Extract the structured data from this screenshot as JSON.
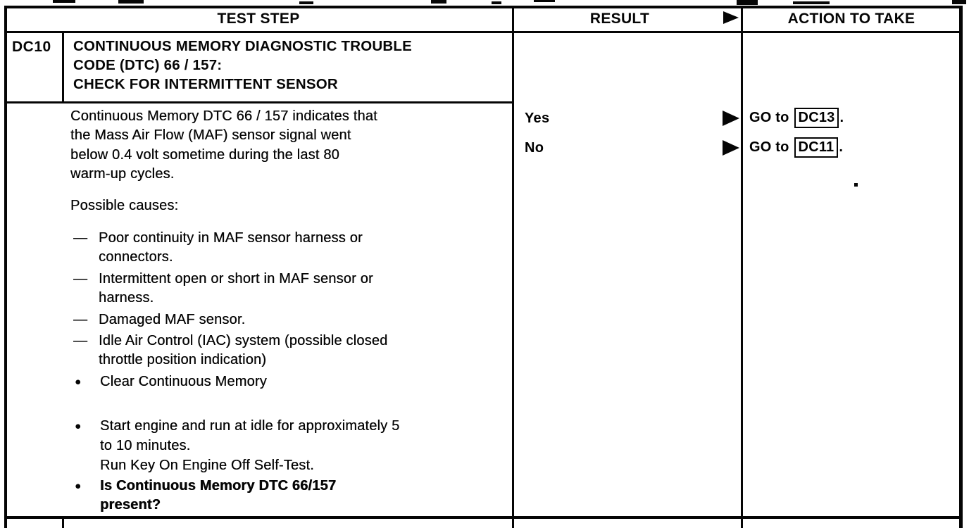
{
  "document": {
    "paper_color": "#ffffff",
    "ink_color": "#000000",
    "headers": {
      "test_step": "TEST STEP",
      "result": "RESULT",
      "action_to_take": "ACTION TO TAKE"
    },
    "step": {
      "id": "DC10",
      "title_lines": [
        "CONTINUOUS MEMORY DIAGNOSTIC TROUBLE",
        "CODE (DTC) 66 / 157:",
        "CHECK FOR INTERMITTENT SENSOR"
      ],
      "description_lines": [
        "Continuous Memory DTC 66 / 157 indicates that",
        "the Mass Air Flow (MAF) sensor signal went",
        "below 0.4 volt sometime during the last 80",
        "warm-up cycles."
      ],
      "possible_causes_label": "Possible causes:",
      "cause_marker": "—",
      "bullet_marker": "●",
      "causes": [
        {
          "lines": [
            "Poor continuity in MAF sensor harness or",
            "connectors."
          ]
        },
        {
          "lines": [
            "Intermittent open or short in MAF sensor or",
            "harness."
          ]
        },
        {
          "lines": [
            "Damaged MAF sensor."
          ]
        },
        {
          "lines": [
            "Idle Air Control (IAC) system (possible closed",
            "throttle position indication)"
          ]
        }
      ],
      "instructions": [
        {
          "lines": [
            "Clear Continuous Memory"
          ]
        },
        {
          "lines": [
            "Start engine and run at idle for approximately 5",
            "to 10 minutes."
          ]
        },
        {
          "lines": [
            "Run Key On Engine Off Self-Test."
          ]
        },
        {
          "lines": [
            "Is Continuous Memory DTC 66/157",
            "present?"
          ]
        }
      ]
    },
    "results": [
      {
        "label": "Yes",
        "action_prefix": "GO to",
        "action_target": "DC13",
        "action_suffix": "."
      },
      {
        "label": "No",
        "action_prefix": "GO to",
        "action_target": "DC11",
        "action_suffix": "."
      }
    ]
  }
}
